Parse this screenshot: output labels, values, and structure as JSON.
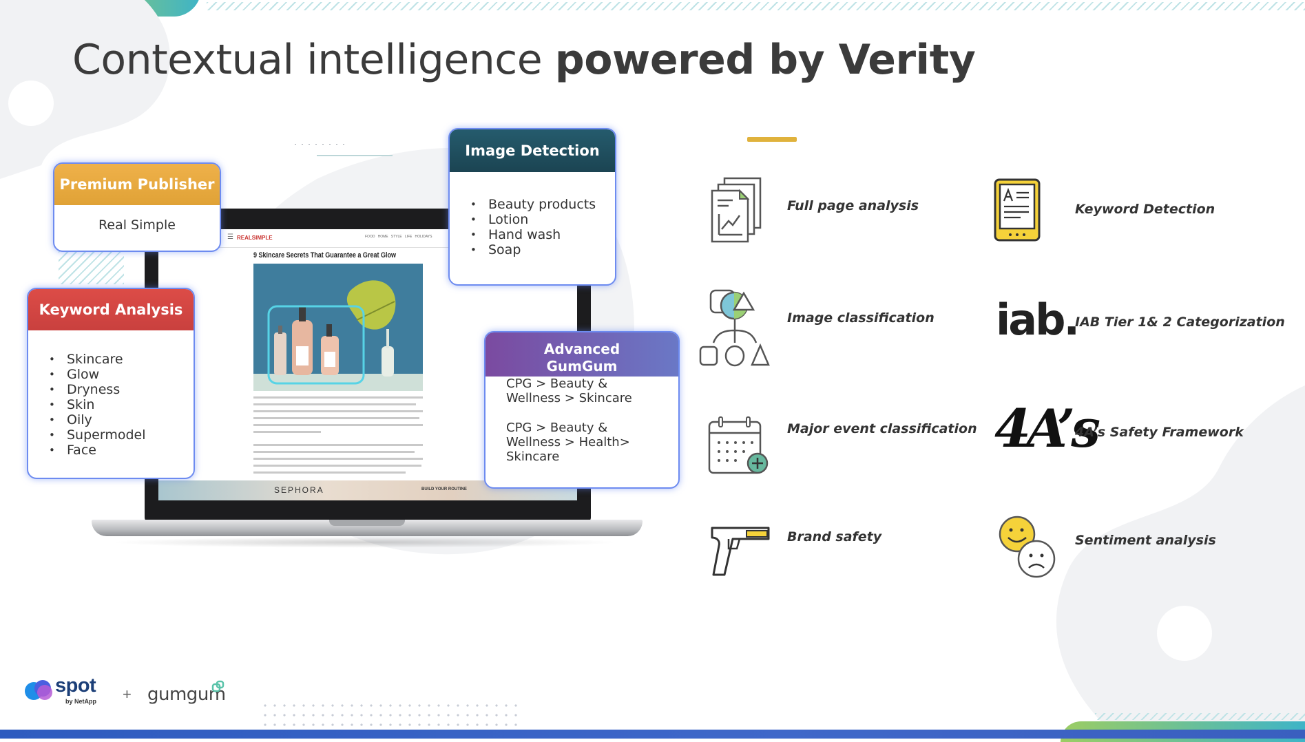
{
  "slide": {
    "title_regular": "Contextual intelligence",
    "title_bold": "powered by Verity"
  },
  "cards": {
    "premium": {
      "title": "Premium Publisher",
      "body": "Real Simple"
    },
    "keyword": {
      "title": "Keyword Analysis",
      "items": [
        "Skincare",
        "Glow",
        "Dryness",
        "Skin",
        "Oily",
        "Supermodel",
        "Face"
      ]
    },
    "image": {
      "title": "Image Detection",
      "items": [
        "Beauty products",
        "Lotion",
        "Hand wash",
        "Soap"
      ]
    },
    "gumgum": {
      "title": "Advanced GumGum Categories",
      "lines": [
        "CPG > Beauty & Wellness > Skincare",
        "CPG > Beauty & Wellness > Health> Skincare"
      ]
    }
  },
  "webpage": {
    "logo": "REALSIMPLE",
    "nav": [
      "FOOD",
      "HOME",
      "STYLE",
      "LIFE",
      "HOLIDAYS"
    ],
    "headline": "9 Skincare Secrets That Guarantee a Great Glow",
    "ad_brand": "SEPHORA",
    "ad_cta": "BUILD YOUR ROUTINE"
  },
  "features": [
    {
      "label": "Full page analysis",
      "icon": "document-stack-icon"
    },
    {
      "label": "Keyword Detection",
      "icon": "tablet-document-icon"
    },
    {
      "label": "Image classification",
      "icon": "shapes-tree-icon"
    },
    {
      "label": "IAB Tier 1& 2 Categorization",
      "icon": "iab-logo-icon"
    },
    {
      "label": "Major event classification",
      "icon": "calendar-add-icon"
    },
    {
      "label": "4A’s Safety Framework",
      "icon": "4as-logo-icon"
    },
    {
      "label": "Brand safety",
      "icon": "gun-icon"
    },
    {
      "label": "Sentiment analysis",
      "icon": "happy-sad-face-icon"
    }
  ],
  "iab_logo_text": "iab.",
  "fouras_logo_text": "4A’s",
  "footer": {
    "spot": "spot",
    "spot_sub": "by NetApp",
    "plus": "+",
    "gumgum": "gumgum"
  },
  "colors": {
    "premium_head": "#e8a93c",
    "keyword_head": "#d64545",
    "image_head": "#1f4f60",
    "gumgum_head": "#7a4fa0",
    "accent_yellow": "#f5d23a",
    "card_border": "#6d8bf0",
    "footer_blue": "#2e5bbf"
  }
}
